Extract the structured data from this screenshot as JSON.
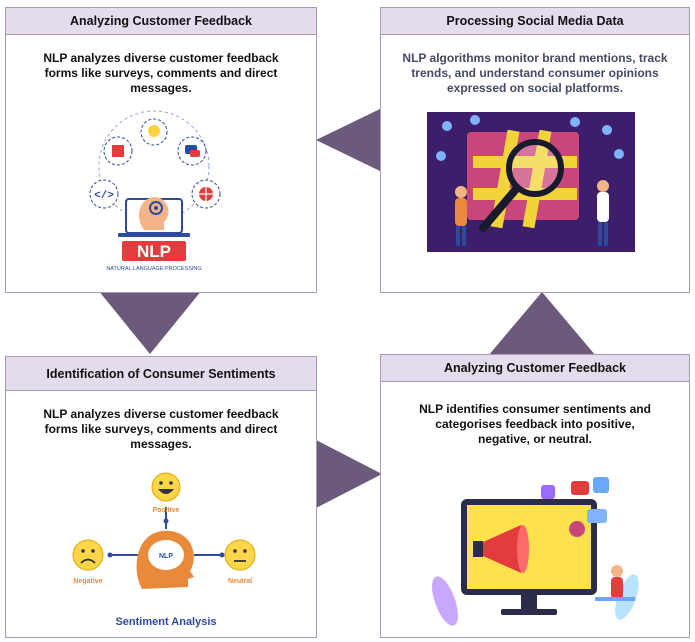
{
  "cards": {
    "top_left": {
      "title": "Analyzing Customer Feedback",
      "body": "NLP analyzes diverse customer feedback forms like surveys, comments and direct messages.",
      "logo_text": "NLP",
      "logo_subtext": "NATURAL LANGUAGE PROCESSING"
    },
    "top_right": {
      "title": "Processing Social Media Data",
      "body": "NLP algorithms monitor brand mentions, track trends, and understand consumer opinions expressed on social platforms."
    },
    "bottom_left": {
      "title": "Identification of Consumer Sentiments",
      "body": "NLP analyzes diverse customer feedback forms like surveys, comments and direct messages.",
      "center_label": "NLP",
      "positive": "Positive",
      "negative": "Negative",
      "neutral": "Neutral",
      "caption": "Sentiment Analysis"
    },
    "bottom_right": {
      "title": "Analyzing Customer Feedback",
      "body": "NLP identifies consumer sentiments and categorises feedback into positive, negative, or neutral."
    }
  },
  "colors": {
    "header_bg": "#e4dcec",
    "border": "#a79bb5",
    "arrow": "#6b5a7b",
    "nlp_red": "#e23c3c",
    "caption_blue": "#2e4a9e"
  }
}
